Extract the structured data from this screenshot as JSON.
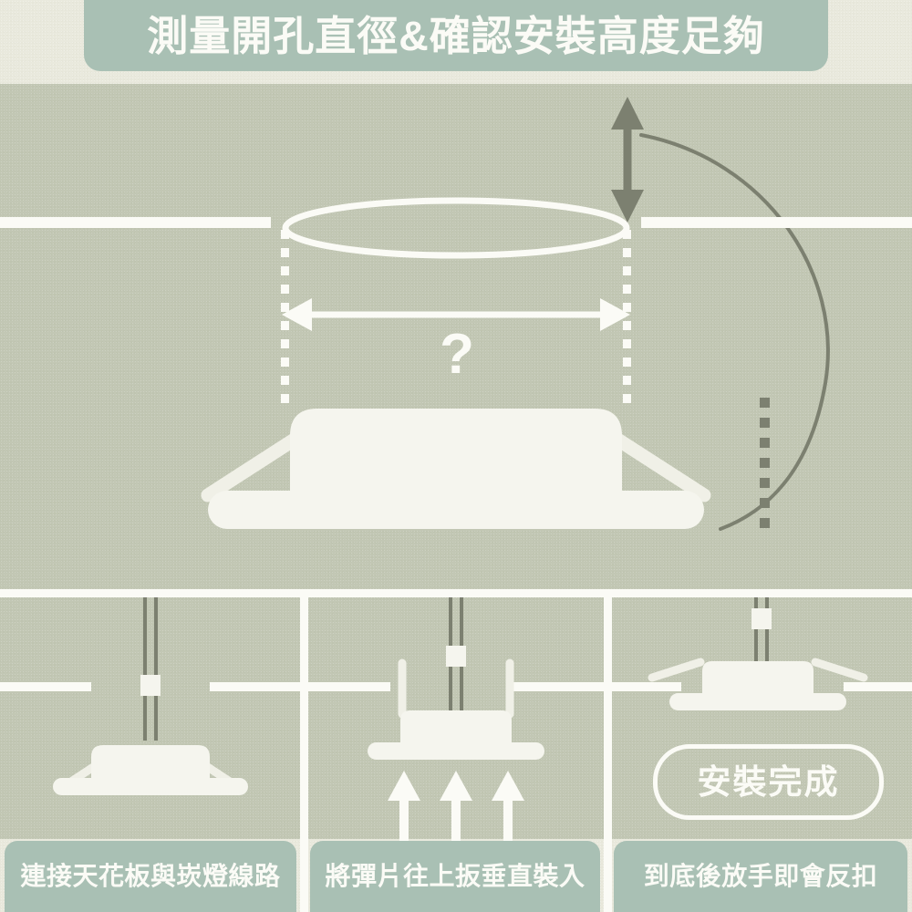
{
  "header": {
    "title": "測量開孔直徑&確認安裝高度足夠",
    "banner_color": "#a9c0b4",
    "text_color": "#fbfbf6"
  },
  "theme": {
    "page_background": "#e9e9dd",
    "field_background": "#c2c7b4",
    "stroke_white": "#fbfbf6",
    "stroke_dark": "#7c8070",
    "fixture_white": "#f5f5ee"
  },
  "main_scene": {
    "name": "measure-opening-diagram",
    "unknown_marker": "?",
    "elements": {
      "cut_hole_ellipse": "ceiling-cutout-ellipse",
      "diameter_arrow": "horizontal-double-arrow",
      "height_arrow": "vertical-double-arrow",
      "guide_curve": "curved-leader-arc",
      "fixture": "recessed-downlight-body",
      "springs": "spring-clips"
    }
  },
  "steps": [
    {
      "id": "step-1",
      "caption": "連接天花板與崁燈線路",
      "illustration": "downlight-hanging-by-wire-with-connector"
    },
    {
      "id": "step-2",
      "caption": "將彈片往上扳垂直裝入",
      "illustration": "springs-folded-up-with-three-up-arrows"
    },
    {
      "id": "step-3",
      "caption": "到底後放手即會反扣",
      "illustration": "downlight-seated-flush-springs-clipped"
    }
  ],
  "badge": {
    "label": "安裝完成"
  }
}
